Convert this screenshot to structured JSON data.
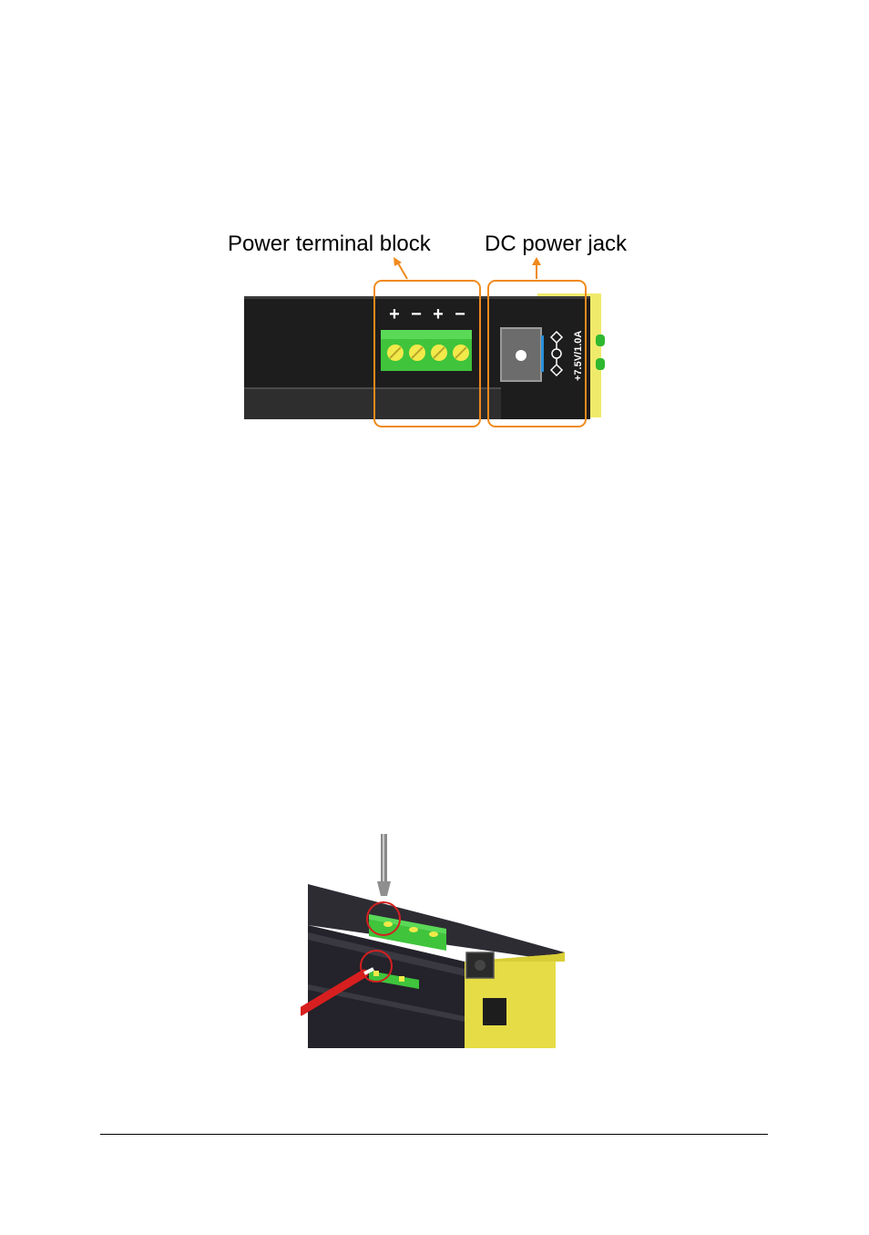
{
  "figure1": {
    "labels": {
      "terminal_block": "Power terminal block",
      "dc_jack": "DC power jack"
    },
    "terminal_signs": [
      "+",
      "−",
      "+",
      "−"
    ],
    "jack_rating": "+7.5V/1.0A",
    "colors": {
      "callout": "#f08a1c",
      "terminal_green": "#3fc43c",
      "screw_yellow": "#f2e94a",
      "housing": "#1d1d1d",
      "bracket_yellow": "#f0ea6b",
      "led_green": "#2fb82f"
    }
  },
  "figure2": {
    "colors": {
      "wire_red": "#d81f1f",
      "circle_red": "#d42020",
      "terminal_green": "#3fc43c",
      "housing": "#24222a",
      "panel_yellow": "#e6dc45"
    }
  }
}
